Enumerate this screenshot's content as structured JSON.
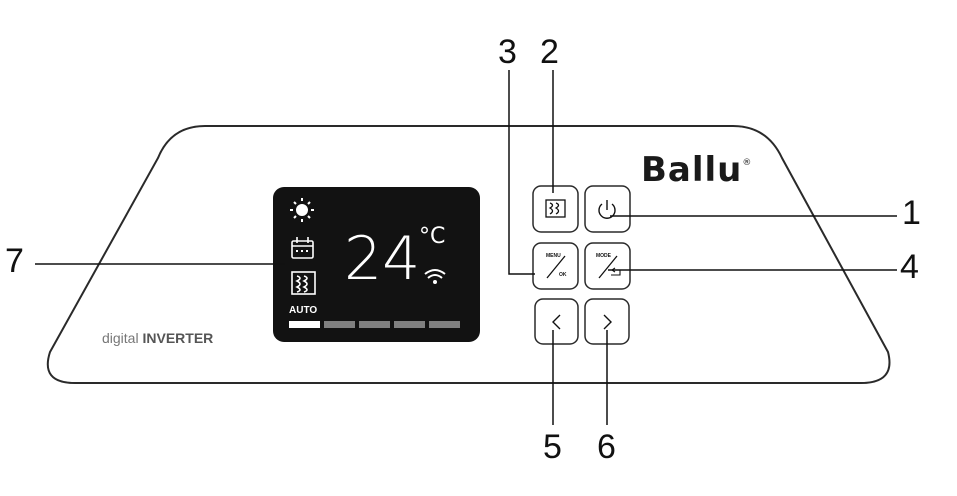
{
  "brand": {
    "logo_text": "Ballu",
    "registered_mark": "®"
  },
  "model": {
    "prefix": "digital",
    "name": "INVERTER"
  },
  "display": {
    "temperature": "24",
    "unit": "°C",
    "mode_label": "AUTO",
    "fan_levels": 5,
    "active_fan_level": 1,
    "icons": [
      "sun-icon",
      "calendar-icon",
      "louver-icon",
      "wifi-icon"
    ]
  },
  "buttons": {
    "menu_top": "MENU",
    "menu_bottom": "OK",
    "mode_top": "MODE",
    "icons": [
      "louver-icon",
      "power-icon",
      "back-icon",
      "chevron-left-icon",
      "chevron-right-icon"
    ]
  },
  "callouts": {
    "c1": "1",
    "c2": "2",
    "c3": "3",
    "c4": "4",
    "c5": "5",
    "c6": "6",
    "c7": "7"
  },
  "colors": {
    "screen": "#121212",
    "outline": "#2a2a2a",
    "inactive_bar": "#808080"
  }
}
